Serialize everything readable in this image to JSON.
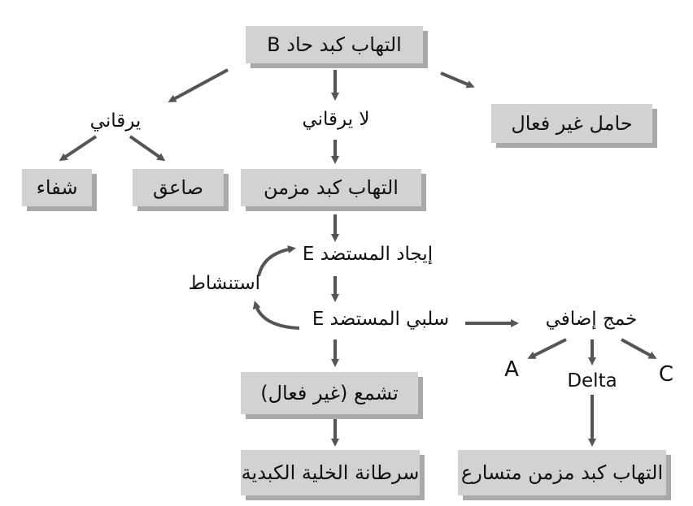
{
  "nodes": {
    "acute_b": "التهاب كبد حاد B",
    "inactive_carrier": "حامل غير فعال",
    "jaundiced": "يرقاني",
    "non_jaundiced": "لا يرقاني",
    "recovery": "شفاء",
    "fulminant": "صاعق",
    "chronic": "التهاب كبد مزمن",
    "e_antigen_positive": "إيجاد المستضد E",
    "reactivation": "استنشاط",
    "e_antigen_negative": "سلبي المستضد E",
    "superinfection": "خمج إضافي",
    "type_a": "A",
    "type_delta": "Delta",
    "type_c": "C",
    "fatty_inactive": "تشمع (غير فعال)",
    "hepatocellular_carcinoma": "سرطانة الخلية الكبدية",
    "accelerated_chronic": "التهاب كبد مزمن متسارع"
  },
  "colors": {
    "box_fill": "#d2d2d2",
    "box_shadow": "#a9a9a9",
    "arrow": "#555555",
    "text": "#111111"
  }
}
